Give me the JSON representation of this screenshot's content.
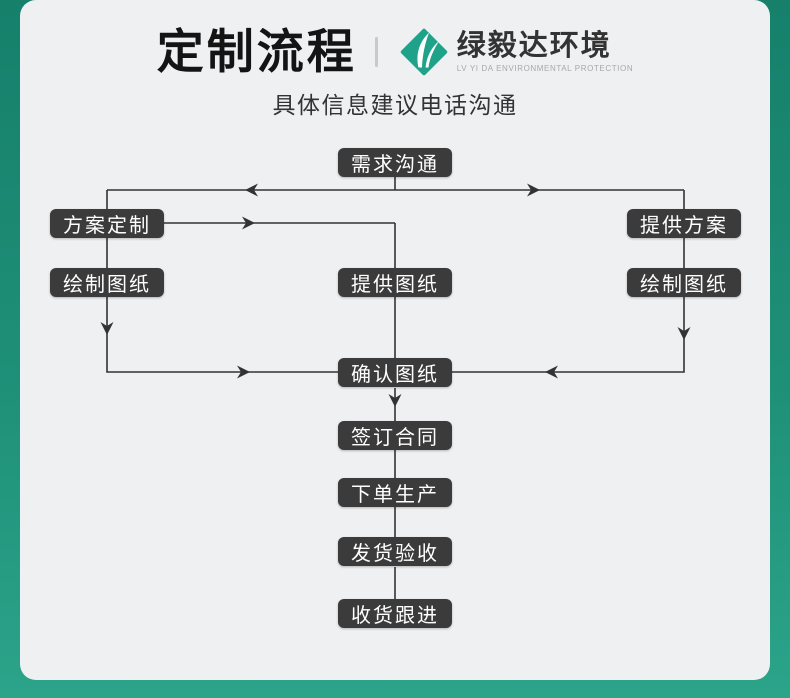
{
  "header": {
    "title": "定制流程",
    "brand_name": "绿毅达环境",
    "brand_tagline": "LV YI DA ENVIRONMENTAL PROTECTION",
    "subtitle": "具体信息建议电话沟通"
  },
  "flowchart": {
    "nodes": [
      {
        "id": "demand-communication",
        "label": "需求沟通"
      },
      {
        "id": "plan-customization",
        "label": "方案定制"
      },
      {
        "id": "provide-plan",
        "label": "提供方案"
      },
      {
        "id": "draw-drawings-left",
        "label": "绘制图纸"
      },
      {
        "id": "provide-drawings",
        "label": "提供图纸"
      },
      {
        "id": "draw-drawings-right",
        "label": "绘制图纸"
      },
      {
        "id": "confirm-drawings",
        "label": "确认图纸"
      },
      {
        "id": "sign-contract",
        "label": "签订合同"
      },
      {
        "id": "place-order-production",
        "label": "下单生产"
      },
      {
        "id": "delivery-inspection",
        "label": "发货验收"
      },
      {
        "id": "receipt-follow-up",
        "label": "收货跟进"
      }
    ]
  },
  "colors": {
    "background_top": "#16806b",
    "background_bottom": "#2ba48a",
    "card": "#eff0f2",
    "node_background": "#3b3b3b",
    "node_text": "#ffffff",
    "connector_line": "#333333",
    "logo_teal": "#1fa28a"
  }
}
